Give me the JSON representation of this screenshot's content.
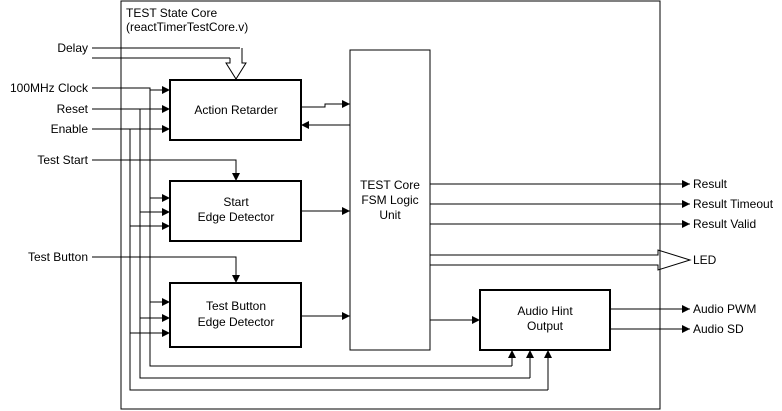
{
  "core": {
    "title": "TEST State Core",
    "file": "(reactTimerTestCore.v)"
  },
  "inputs": {
    "delay": "Delay",
    "clock": "100MHz Clock",
    "reset": "Reset",
    "enable": "Enable",
    "test_start": "Test Start",
    "test_button": "Test Button"
  },
  "blocks": {
    "action_retarder": "Action Retarder",
    "start_edge": [
      "Start",
      "Edge Detector"
    ],
    "button_edge": [
      "Test Button",
      "Edge Detector"
    ],
    "fsm": [
      "TEST Core",
      "FSM Logic",
      "Unit"
    ],
    "audio": [
      "Audio Hint",
      "Output"
    ]
  },
  "outputs": {
    "result": "Result",
    "result_timeout": "Result Timeout",
    "result_valid": "Result Valid",
    "led": "LED",
    "audio_pwm": "Audio PWM",
    "audio_sd": "Audio SD"
  }
}
